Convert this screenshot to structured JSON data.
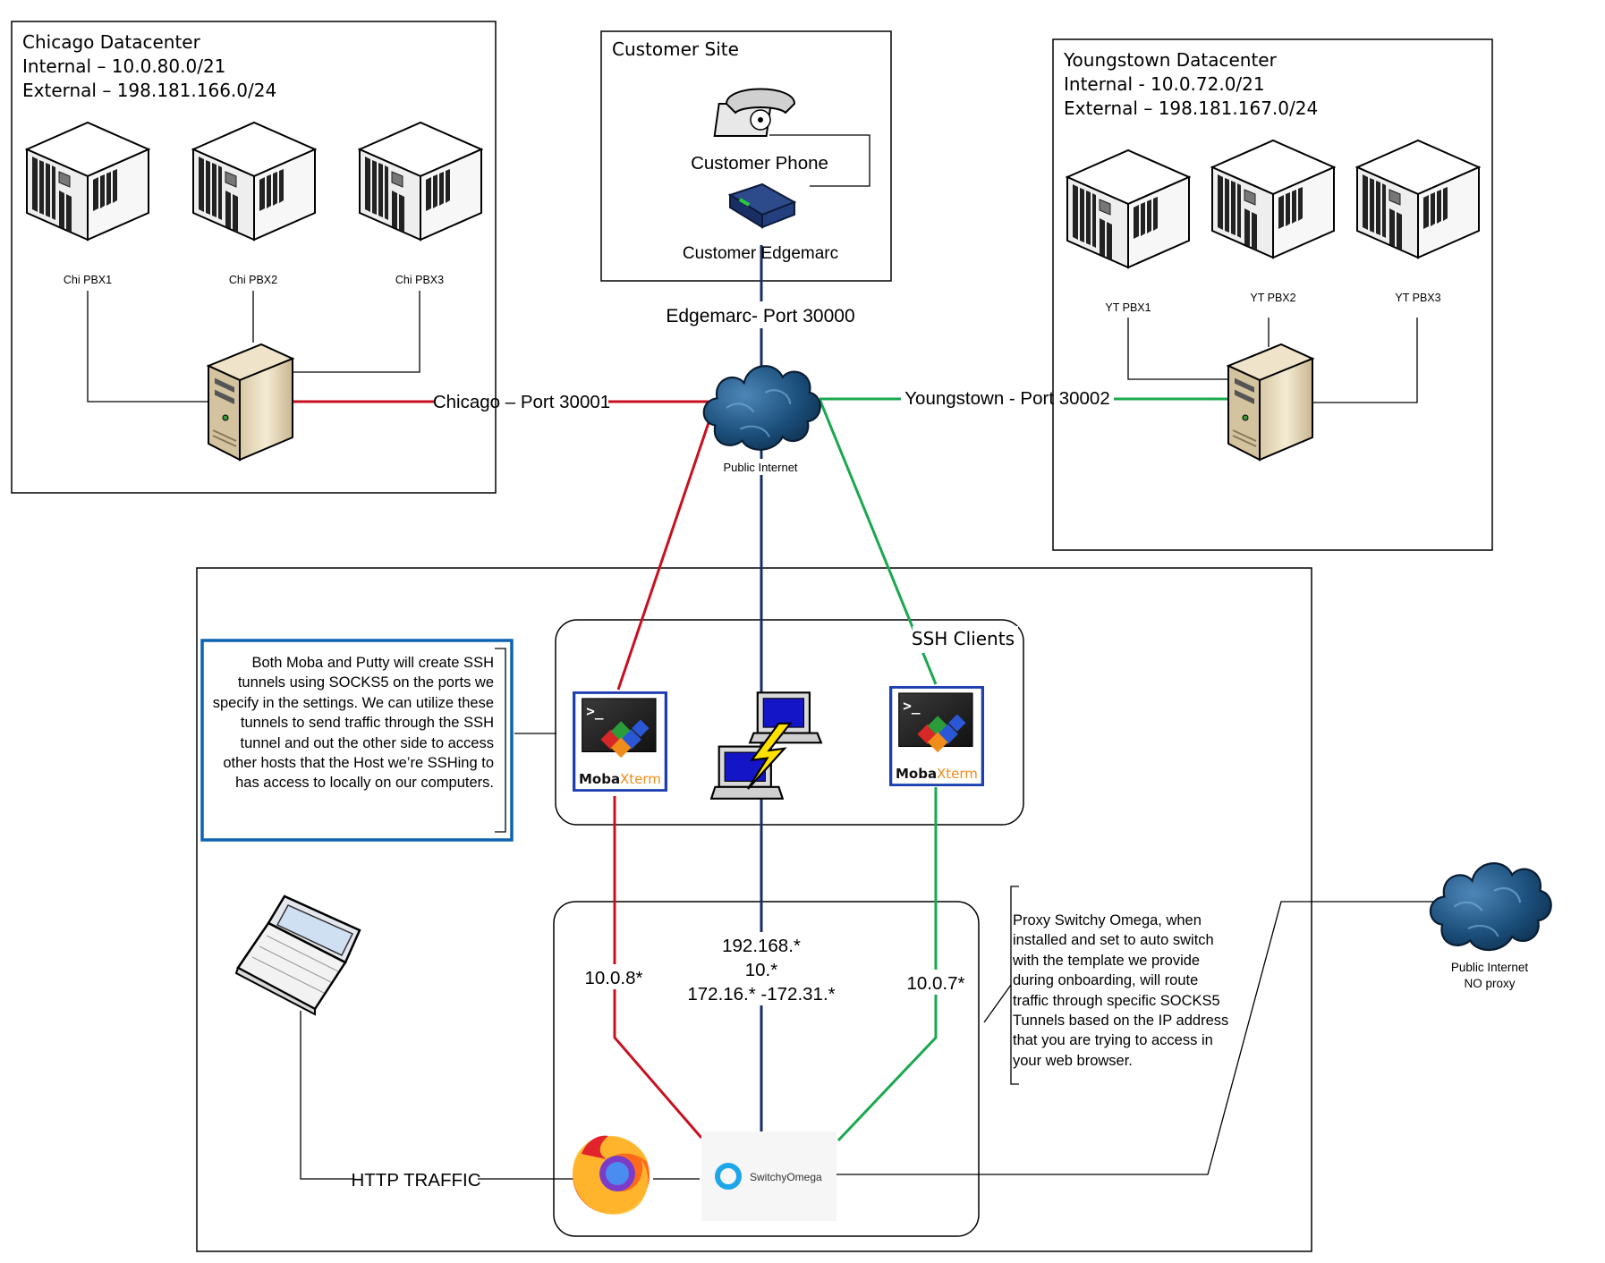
{
  "chicago": {
    "title": "Chicago Datacenter",
    "internal": "Internal – 10.0.80.0/21",
    "external": "External – 198.181.166.0/24",
    "servers": [
      "Chi PBX1",
      "Chi PBX2",
      "Chi PBX3"
    ],
    "link_label": "Chicago – Port 30001"
  },
  "customer_site": {
    "title": "Customer Site",
    "phone_label": "Customer Phone",
    "edgemarc_label": "Customer Edgemarc",
    "link_label": "Edgemarc- Port 30000"
  },
  "youngstown": {
    "title": "Youngstown Datacenter",
    "internal": "Internal - 10.0.72.0/21",
    "external": "External – 198.181.167.0/24",
    "servers": [
      "YT PBX1",
      "YT PBX2",
      "YT PBX3"
    ],
    "link_label": "Youngstown -  Port 30002"
  },
  "cloud_label": "Public Internet",
  "ssh": {
    "title": "SSH Clients",
    "moba_text_a": "Moba",
    "moba_text_b": "Xterm",
    "note": "Both Moba and Putty will create SSH tunnels using SOCKS5 on the ports we specify in the settings. We can utilize these tunnels to send traffic through the SSH tunnel and out the other side to access other hosts that the Host we’re SSHing to has access to locally on our computers."
  },
  "proxy": {
    "range_chicago": "10.0.8*",
    "ranges_customer": [
      "192.168.*",
      "10.*",
      "172.16.* -172.31.*"
    ],
    "range_youngstown": "10.0.7*",
    "http_label": "HTTP TRAFFIC",
    "switchy_label": "SwitchyOmega",
    "note": "Proxy Switchy Omega, when installed and set to auto switch with the template we provide during onboarding, will route traffic through specific SOCKS5 Tunnels based on the IP address that you are trying to access in your web browser.",
    "no_proxy_cloud": [
      "Public Internet",
      "NO proxy"
    ]
  },
  "colors": {
    "chicago": "#c8101f",
    "customer": "#1a2e66",
    "youngstown": "#1aa84f"
  }
}
